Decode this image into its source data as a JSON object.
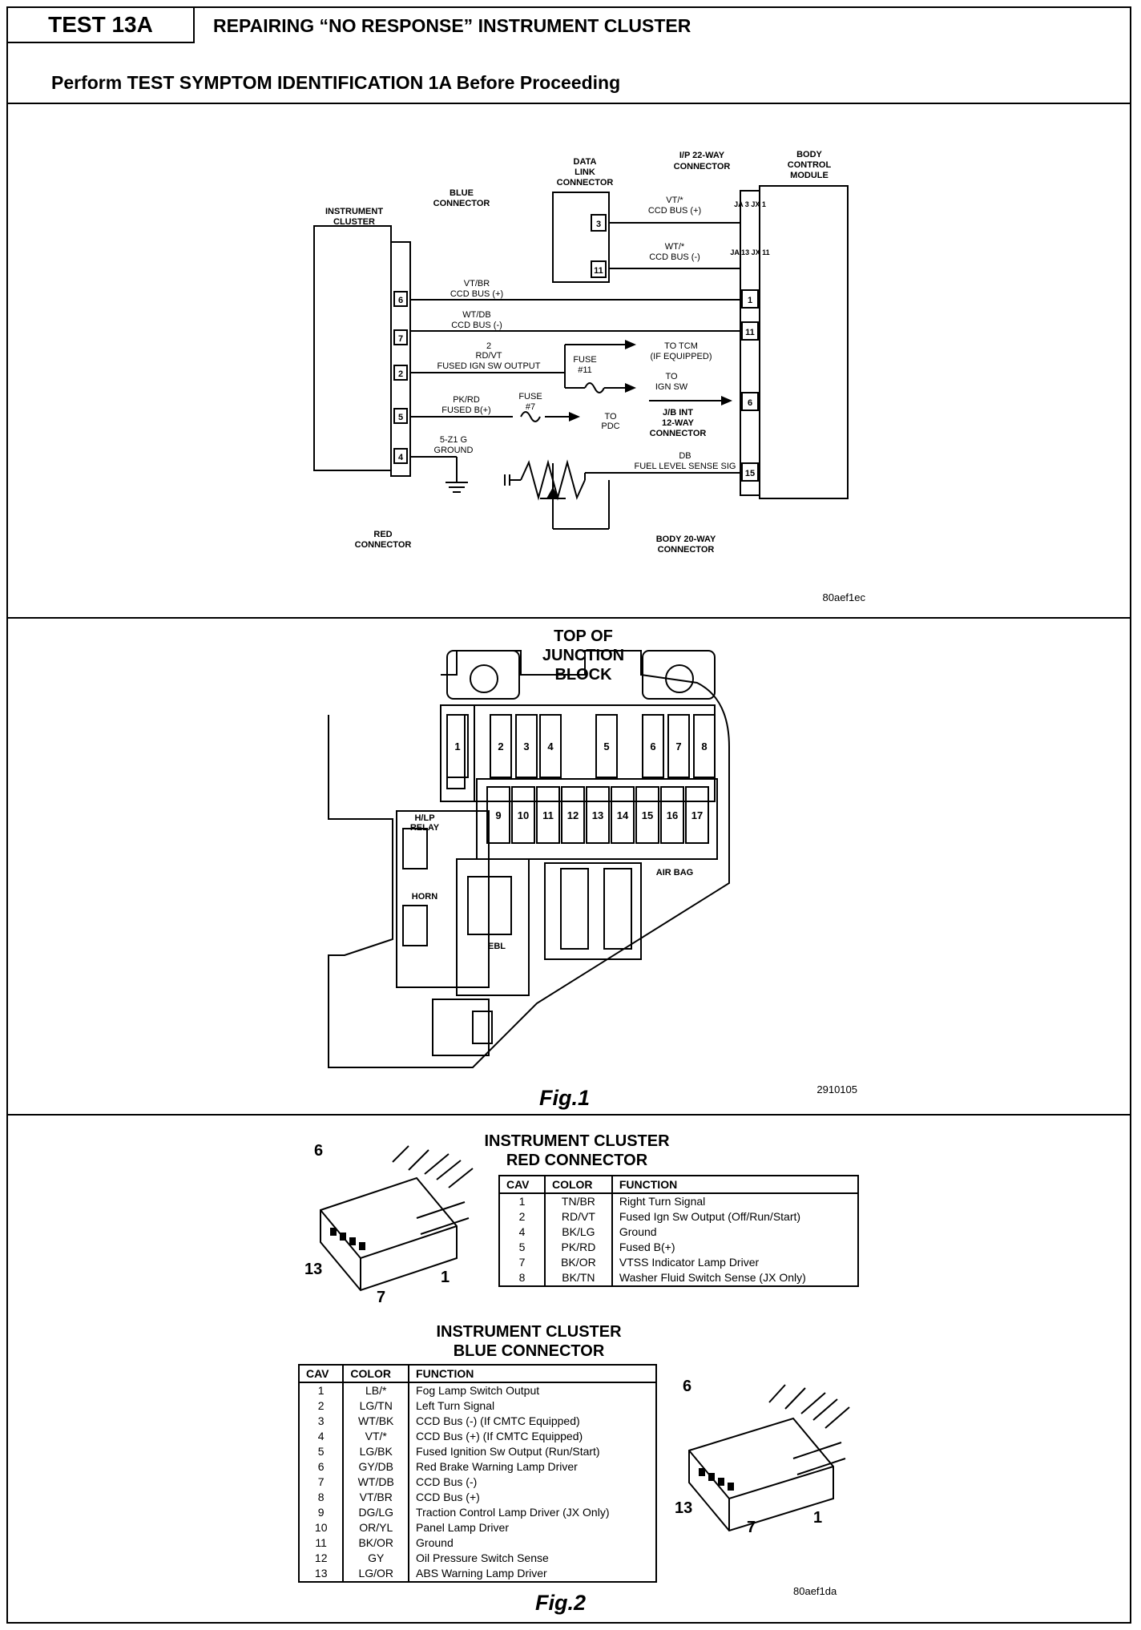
{
  "header": {
    "test_label": "TEST 13A",
    "title": "REPAIRING “NO RESPONSE” INSTRUMENT CLUSTER",
    "subtitle": "Perform TEST SYMPTOM IDENTIFICATION 1A Before Proceeding"
  },
  "wiring": {
    "code": "80aef1ec",
    "labels": {
      "instrument_cluster": [
        "INSTRUMENT",
        "CLUSTER"
      ],
      "blue_connector": [
        "BLUE",
        "CONNECTOR"
      ],
      "red_connector": [
        "RED",
        "CONNECTOR"
      ],
      "data_link": [
        "DATA",
        "LINK",
        "CONNECTOR"
      ],
      "ip22": [
        "I/P 22-WAY",
        "CONNECTOR"
      ],
      "bcm": [
        "BODY",
        "CONTROL",
        "MODULE"
      ],
      "jb_int": [
        "J/B INT",
        "12-WAY",
        "CONNECTOR"
      ],
      "body20": [
        "BODY 20-WAY",
        "CONNECTOR"
      ]
    },
    "wires": {
      "vt_bus_plus": [
        "VT/*",
        "CCD BUS (+)"
      ],
      "wt_bus_minus": [
        "WT/*",
        "CCD BUS (-)"
      ],
      "vtbr": [
        "VT/BR",
        "CCD BUS (+)"
      ],
      "wtdb": [
        "WT/DB",
        "CCD BUS (-)"
      ],
      "rdvt": [
        "2",
        "RD/VT",
        "FUSED IGN SW OUTPUT"
      ],
      "pkrd": [
        "PK/RD",
        "FUSED B(+)"
      ],
      "ground": [
        "5-Z1 G",
        "GROUND"
      ],
      "fuel": [
        "DB",
        "FUEL LEVEL SENSE SIG"
      ]
    },
    "fuse11": [
      "FUSE",
      "#11"
    ],
    "fuse7": [
      "FUSE",
      "#7"
    ],
    "to_tcm": [
      "TO TCM",
      "(IF EQUIPPED)"
    ],
    "to_ign": [
      "TO",
      "IGN SW"
    ],
    "to_pdc": [
      "TO",
      "PDC"
    ],
    "cluster_pins": [
      "6",
      "7",
      "2",
      "5",
      "4"
    ],
    "dlc_pins": [
      "3",
      "11"
    ],
    "bcm_pins": [
      "JA 3 JX 1",
      "JA 13 JX 11",
      "1",
      "11",
      "6",
      "15"
    ]
  },
  "junction_block": {
    "title": [
      "TOP OF",
      "JUNCTION",
      "BLOCK"
    ],
    "fuses_top": [
      "1",
      "2",
      "3",
      "4",
      "5",
      "6",
      "7",
      "8"
    ],
    "fuses_bottom": [
      "9",
      "10",
      "11",
      "12",
      "13",
      "14",
      "15",
      "16",
      "17"
    ],
    "air_bag": "AIR BAG",
    "hlp_relay": [
      "H/LP",
      "RELAY"
    ],
    "horn": "HORN",
    "ebl": "EBL",
    "code": "2910105",
    "fig_label": "Fig.1"
  },
  "red_connector": {
    "title": [
      "INSTRUMENT CLUSTER",
      "RED CONNECTOR"
    ],
    "callouts": [
      "6",
      "13",
      "7",
      "1"
    ],
    "columns": [
      "CAV",
      "COLOR",
      "FUNCTION"
    ],
    "rows": [
      [
        "1",
        "TN/BR",
        "Right Turn Signal"
      ],
      [
        "2",
        "RD/VT",
        "Fused Ign Sw Output (Off/Run/Start)"
      ],
      [
        "4",
        "BK/LG",
        "Ground"
      ],
      [
        "5",
        "PK/RD",
        "Fused B(+)"
      ],
      [
        "7",
        "BK/OR",
        "VTSS Indicator Lamp Driver"
      ],
      [
        "8",
        "BK/TN",
        "Washer Fluid Switch Sense (JX Only)"
      ]
    ]
  },
  "blue_connector": {
    "title": [
      "INSTRUMENT CLUSTER",
      "BLUE CONNECTOR"
    ],
    "callouts": [
      "6",
      "13",
      "7",
      "1"
    ],
    "columns": [
      "CAV",
      "COLOR",
      "FUNCTION"
    ],
    "rows": [
      [
        "1",
        "LB/*",
        "Fog Lamp Switch Output"
      ],
      [
        "2",
        "LG/TN",
        "Left Turn Signal"
      ],
      [
        "3",
        "WT/BK",
        "CCD Bus (-) (If CMTC Equipped)"
      ],
      [
        "4",
        "VT/*",
        "CCD Bus (+) (If CMTC Equipped)"
      ],
      [
        "5",
        "LG/BK",
        "Fused Ignition Sw Output (Run/Start)"
      ],
      [
        "6",
        "GY/DB",
        "Red Brake Warning Lamp Driver"
      ],
      [
        "7",
        "WT/DB",
        "CCD Bus (-)"
      ],
      [
        "8",
        "VT/BR",
        "CCD Bus (+)"
      ],
      [
        "9",
        "DG/LG",
        "Traction Control Lamp Driver (JX Only)"
      ],
      [
        "10",
        "OR/YL",
        "Panel Lamp Driver"
      ],
      [
        "11",
        "BK/OR",
        "Ground"
      ],
      [
        "12",
        "GY",
        "Oil Pressure Switch Sense"
      ],
      [
        "13",
        "LG/OR",
        "ABS Warning Lamp Driver"
      ]
    ],
    "code": "80aef1da",
    "fig_label": "Fig.2"
  }
}
